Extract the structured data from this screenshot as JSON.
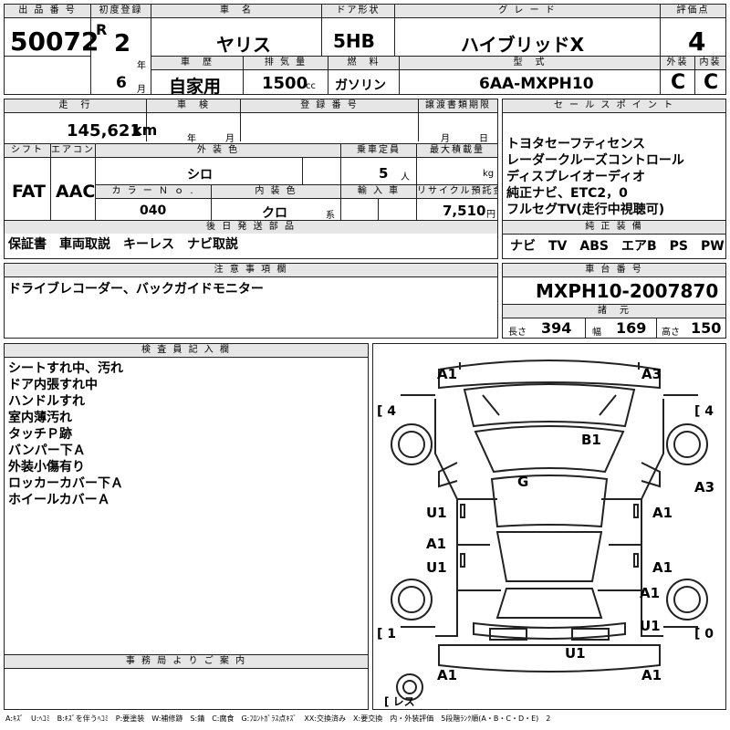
{
  "header": {
    "lot_number": {
      "label": "出 品 番 号",
      "value": "50072"
    },
    "first_reg": {
      "label": "初度登録",
      "era": "R",
      "year": "2",
      "year_unit": "年",
      "month": "6",
      "month_unit": "月"
    },
    "car_name": {
      "label": "車　名",
      "value": "ヤリス"
    },
    "door": {
      "label": "ドア形状",
      "value": "5HB"
    },
    "grade": {
      "label": "グ レ ー ド",
      "value": "ハイブリッドX"
    },
    "score": {
      "label": "評価点",
      "value": "4"
    },
    "history": {
      "label": "車　歴",
      "value": "自家用"
    },
    "displacement": {
      "label": "排 気 量",
      "value": "1500",
      "unit": "cc"
    },
    "fuel": {
      "label": "燃　料",
      "value": "ガソリン"
    },
    "model": {
      "label": "型　式",
      "value": "6AA-MXPH10"
    },
    "exterior": {
      "label": "外装",
      "value": "C"
    },
    "interior": {
      "label": "内装",
      "value": "C"
    }
  },
  "specs": {
    "mileage": {
      "label": "走　行",
      "value": "145,621",
      "unit": "km"
    },
    "inspection": {
      "label": "車　検",
      "year_unit": "年",
      "month_unit": "月"
    },
    "registration": {
      "label": "登 録 番 号"
    },
    "transfer": {
      "label": "譲渡書類期限",
      "month_unit": "月",
      "day_unit": "日"
    },
    "shift": {
      "label": "シフト",
      "value": "FAT"
    },
    "aircon": {
      "label": "エアコン",
      "value": "AAC"
    },
    "color": {
      "label": "外 装 色",
      "value": "シロ"
    },
    "capacity": {
      "label": "乗車定員",
      "value": "5",
      "unit": "人"
    },
    "load": {
      "label": "最大積載量",
      "unit": "kg"
    },
    "color_no": {
      "label": "カ ラ ー Ｎ ｏ .",
      "value": "040"
    },
    "interior_color": {
      "label": "内 装 色",
      "value": "クロ",
      "unit": "系"
    },
    "import": {
      "label": "輸 入 車"
    },
    "recycle": {
      "label": "リサイクル預託金",
      "value": "7,510",
      "unit": "円"
    }
  },
  "later_parts": {
    "label": "後 日 発 送 部 品",
    "value": "保証書　車両取説　キーレス　ナビ取説"
  },
  "notes": {
    "label": "注 意 事 項 欄",
    "value": "ドライブレコーダー、バックガイドモニター"
  },
  "sales_points": {
    "label": "セ ー ル ス ポ イ ン ト",
    "items": [
      "トヨタセーフティセンス",
      "レーダークルーズコントロール",
      "ディスプレイオーディオ",
      "純正ナビ、ETC2，0",
      "フルセグTV(走行中視聴可)"
    ]
  },
  "equipment": {
    "label": "純 正 装 備",
    "value": "ナビ　TV　ABS　エアB　PS　PW"
  },
  "chassis": {
    "label": "車 台 番 号",
    "value": "MXPH10-2007870"
  },
  "dimensions": {
    "label": "諸　元",
    "length_label": "長さ",
    "length": "394",
    "width_label": "幅",
    "width": "169",
    "height_label": "高さ",
    "height": "150"
  },
  "inspector": {
    "label": "検 査 員 記 入 欄",
    "items": [
      "シートすれ中、汚れ",
      "ドア内張すれ中",
      "ハンドルすれ",
      "室内薄汚れ",
      "タッチＰ跡",
      "バンパー下Ａ",
      "外装小傷有り",
      "ロッカーカバー下Ａ",
      "ホイールカバーＡ"
    ]
  },
  "office": {
    "label": "事 務 局 よ り ご 案 内"
  },
  "diagram": {
    "tires": {
      "fl": "[ 4",
      "fr": "[ 4",
      "rl": "[ 1",
      "rr": "[ 0"
    },
    "spare": "[ レス",
    "marks": {
      "front_left": "A1",
      "front_right": "A3",
      "roof": "B1",
      "cabin": "G",
      "right_side": "A3",
      "left_front_door": "U1",
      "right_front_door": "A1",
      "left_rocker": "A1",
      "left_rear_door": "U1",
      "right_rear_door": "A1",
      "right_rear_fender": "A1",
      "right_rear_lamp": "U1",
      "rear_bumper": "U1",
      "rear_left": "A1",
      "rear_right": "A1"
    }
  },
  "legend": "A:ｷｽﾞ　U:ﾍｺﾐ　B:ｷｽﾞを伴うﾍｺﾐ　P:要塗装　W:補修跡　S:錆　C:腐食　G:ﾌﾛﾝﾄｶﾞﾗｽ点ｷｽﾞ　XX:交換済み　X:要交換　内・外装評価　5段階ﾗﾝｸ順(A・B・C・D・E)　2"
}
